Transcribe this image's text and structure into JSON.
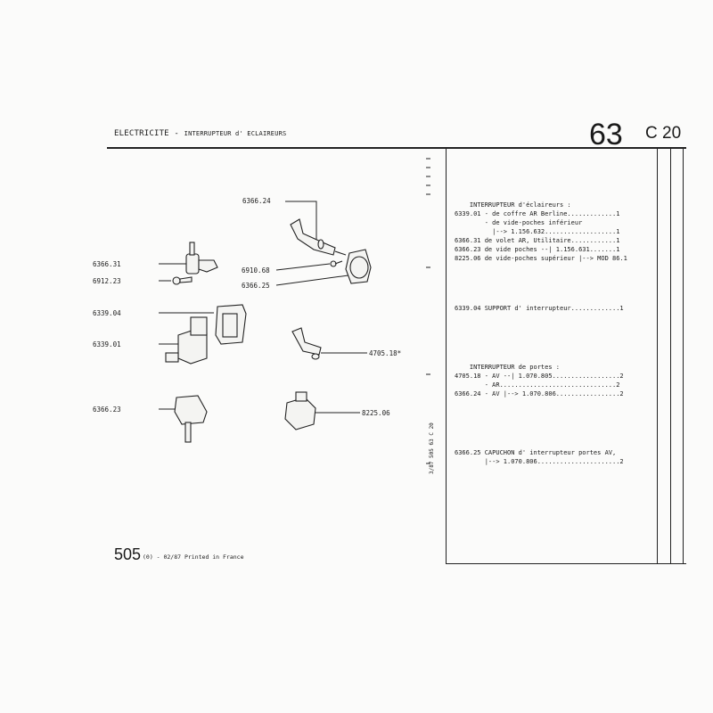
{
  "header": {
    "title": "ELECTRICITE - ",
    "subtitle": "INTERRUPTEUR d' ECLAIREURS",
    "group_number": "63",
    "section_code": "C 20"
  },
  "diagram_labels": {
    "p6366_24": "6366.24",
    "p6366_31": "6366.31",
    "p6912_23": "6912.23",
    "p6910_68": "6910.68",
    "p6366_25": "6366.25",
    "p6339_04": "6339.04",
    "p6339_01": "6339.01",
    "p4705_18": "4705.18*",
    "p6366_23": "6366.23",
    "p8225_06": "8225.06"
  },
  "catalog": {
    "block1": "    INTERRUPTEUR d'éclaireurs :\n6339.01 - de coffre AR Berline.............1\n        - de vide-poches inférieur\n          |--> 1.156.632...................1\n6366.31 de volet AR, Utilitaire............1\n6366.23 de vide poches --| 1.156.631.......1\n8225.06 de vide-poches supérieur |--> MOD 86.1",
    "block2": "6339.04 SUPPORT d' interrupteur.............1",
    "block3": "    INTERRUPTEUR de portes :\n4705.18 - AV --| 1.070.805..................2\n        - AR...............................2\n6366.24 - AV |--> 1.070.806.................2",
    "block4": "6366.25 CAPUCHON d' interrupteur portes AV,\n        |--> 1.070.806......................2"
  },
  "vertical_ref": "3/87 505 63 C 20",
  "footer": {
    "model": "505",
    "note": "(0) - 02/87 Printed in France"
  }
}
